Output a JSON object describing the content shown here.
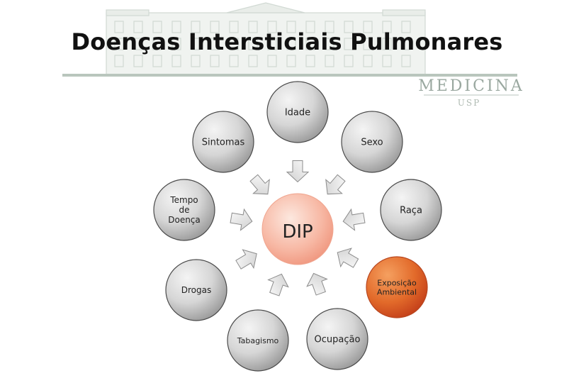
{
  "slide": {
    "title": "Doenças Intersticiais Pulmonares",
    "logo": {
      "text": "MEDICINA",
      "subtext": "USP",
      "color": "#9aa8a0"
    }
  },
  "diagram": {
    "center": {
      "label": "DIP",
      "fill": "#f7b7a3"
    },
    "nodes": [
      {
        "id": "idade",
        "lines": [
          "Idade"
        ],
        "highlight": false
      },
      {
        "id": "sexo",
        "lines": [
          "Sexo"
        ],
        "highlight": false
      },
      {
        "id": "raca",
        "lines": [
          "Raça"
        ],
        "highlight": false
      },
      {
        "id": "exposicao",
        "lines": [
          "Exposição",
          "Ambiental"
        ],
        "highlight": true
      },
      {
        "id": "ocupacao",
        "lines": [
          "Ocupação"
        ],
        "highlight": false
      },
      {
        "id": "tabagismo",
        "lines": [
          "Tabagismo"
        ],
        "highlight": false
      },
      {
        "id": "drogas",
        "lines": [
          "Drogas"
        ],
        "highlight": false
      },
      {
        "id": "tempo",
        "lines": [
          "Tempo",
          "de",
          "Doença"
        ],
        "highlight": false
      },
      {
        "id": "sintomas",
        "lines": [
          "Sintomas"
        ],
        "highlight": false
      }
    ],
    "colors": {
      "node_fill_light": "#f4f4f4",
      "node_fill_dark": "#9a9a9a",
      "highlight_light": "#f5a060",
      "highlight_dark": "#c4401a",
      "arrow_fill": "#e9e9e9"
    }
  }
}
